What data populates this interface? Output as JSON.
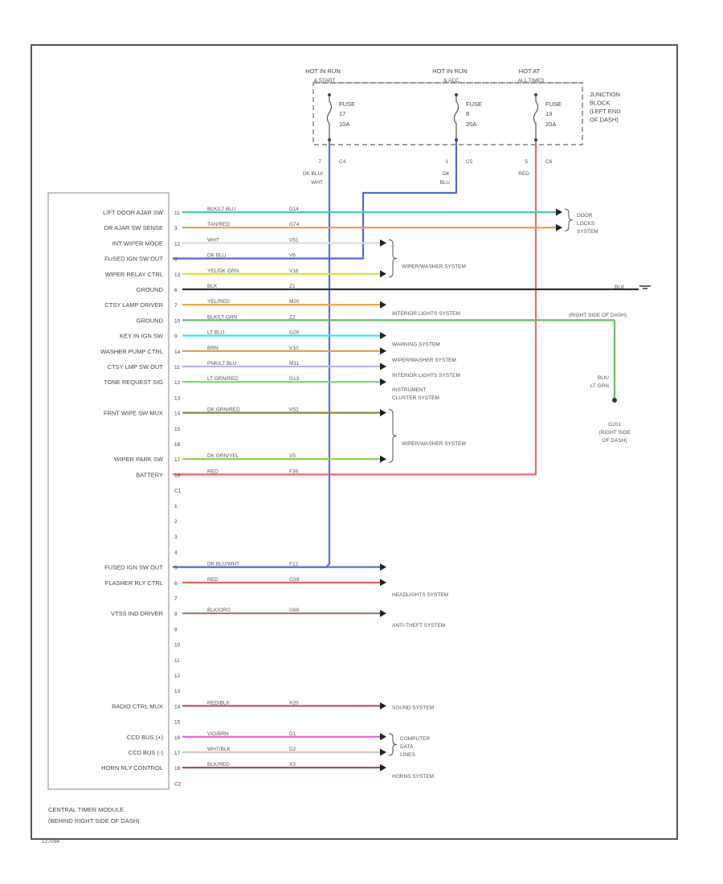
{
  "fuses": [
    {
      "hot": [
        "HOT IN RUN",
        "& START"
      ],
      "fuse": [
        "FUSE",
        "17",
        "10A"
      ],
      "pin": "7",
      "conn": "C4",
      "wire": [
        "DK BLU/",
        "WHT"
      ]
    },
    {
      "hot": [
        "HOT IN RUN",
        "& ACC"
      ],
      "fuse": [
        "FUSE",
        "8",
        "20A"
      ],
      "pin": "1",
      "conn": "C5",
      "wire": [
        "DK",
        "BLU"
      ]
    },
    {
      "hot": [
        "HOT AT",
        "ALL TIMES"
      ],
      "fuse": [
        "FUSE",
        "13",
        "20A"
      ],
      "pin": "5",
      "conn": "C6",
      "wire": [
        "RED"
      ]
    }
  ],
  "junction_block": [
    "JUNCTION",
    "BLOCK",
    "(LEFT END",
    "OF DASH)"
  ],
  "module_label": [
    "CENTRAL TIMER MODULE",
    "(BEHIND RIGHT SIDE OF DASH)"
  ],
  "footnote": "127094",
  "rows": [
    {
      "label": "L/FT DOOR AJAR SW",
      "pin": "11",
      "wire": "BLK/LT BLU",
      "circ": "D14",
      "color": "#4fc7b8"
    },
    {
      "label": "DR AJAR SW SENSE",
      "pin": "3",
      "wire": "TAN/RED",
      "circ": "G74",
      "color": "#f5983e"
    },
    {
      "label": "INT WIPER MODE",
      "pin": "12",
      "wire": "WHT",
      "circ": "V51",
      "color": "#dddddd"
    },
    {
      "label": "FUSED IGN SW OUT",
      "pin": "8",
      "wire": "DK BLU",
      "circ": "V6",
      "color": "#5572d6"
    },
    {
      "label": "WIPER RELAY CTRL",
      "pin": "13",
      "wire": "YEL/DK GRN",
      "circ": "V16",
      "color": "#c8e63c"
    },
    {
      "label": "GROUND",
      "pin": "6",
      "wire": "BLK",
      "circ": "Z1",
      "color": "#333333"
    },
    {
      "label": "CTSY LAMP DRIVER",
      "pin": "7",
      "wire": "YEL/RED",
      "circ": "M20",
      "color": "#f1a23a"
    },
    {
      "label": "GROUND",
      "pin": "10",
      "wire": "BLK/LT GRN",
      "circ": "Z2",
      "color": "#6db86a"
    },
    {
      "label": "KEY IN IGN SW",
      "pin": "9",
      "wire": "LT BLU",
      "circ": "G26",
      "color": "#3fe2ea"
    },
    {
      "label": "WASHER PUMP CTRL",
      "pin": "14",
      "wire": "BRN",
      "circ": "V10",
      "color": "#c9a45a"
    },
    {
      "label": "CTSY LMP SW OUT",
      "pin": "11",
      "wire": "PNK/LT BLU",
      "circ": "M11",
      "color": "#b9b4e2"
    },
    {
      "label": "TONE REQUEST SIG",
      "pin": "12",
      "wire": "LT GRN/RED",
      "circ": "G13",
      "color": "#79d56e"
    },
    {
      "label": "",
      "pin": "13",
      "wire": "",
      "circ": "",
      "color": ""
    },
    {
      "label": "FRNT WIPE SW MUX",
      "pin": "14",
      "wire": "DK GRN/RED",
      "circ": "V52",
      "color": "#8b8a3a"
    },
    {
      "label": "",
      "pin": "15",
      "wire": "",
      "circ": "",
      "color": ""
    },
    {
      "label": "",
      "pin": "16",
      "wire": "",
      "circ": "",
      "color": ""
    },
    {
      "label": "WIPER PARK SW",
      "pin": "17",
      "wire": "DK GRN/YEL",
      "circ": "V5",
      "color": "#86d448"
    },
    {
      "label": "BATTERY",
      "pin": "18",
      "wire": "RED",
      "circ": "F36",
      "color": "#ef6a6a"
    },
    {
      "label": "",
      "pin": "C1",
      "wire": "",
      "circ": "",
      "color": ""
    },
    {
      "label": "",
      "pin": "1",
      "wire": "",
      "circ": "",
      "color": ""
    },
    {
      "label": "",
      "pin": "2",
      "wire": "",
      "circ": "",
      "color": ""
    },
    {
      "label": "",
      "pin": "3",
      "wire": "",
      "circ": "",
      "color": ""
    },
    {
      "label": "",
      "pin": "4",
      "wire": "",
      "circ": "",
      "color": ""
    },
    {
      "label": "FUSED IGN SW OUT",
      "pin": "5",
      "wire": "DK BLU/WHT",
      "circ": "F12",
      "color": "#5572d6"
    },
    {
      "label": "FLASHER RLY CTRL",
      "pin": "6",
      "wire": "RED",
      "circ": "G39",
      "color": "#ef5a5a"
    },
    {
      "label": "",
      "pin": "7",
      "wire": "",
      "circ": "",
      "color": ""
    },
    {
      "label": "VTSS IND DRIVER",
      "pin": "8",
      "wire": "BLK/ORG",
      "circ": "G69",
      "color": "#a0766a"
    },
    {
      "label": "",
      "pin": "9",
      "wire": "",
      "circ": "",
      "color": ""
    },
    {
      "label": "",
      "pin": "10",
      "wire": "",
      "circ": "",
      "color": ""
    },
    {
      "label": "",
      "pin": "11",
      "wire": "",
      "circ": "",
      "color": ""
    },
    {
      "label": "",
      "pin": "12",
      "wire": "",
      "circ": "",
      "color": ""
    },
    {
      "label": "",
      "pin": "13",
      "wire": "",
      "circ": "",
      "color": ""
    },
    {
      "label": "RADIO CTRL MUX",
      "pin": "14",
      "wire": "RED/BLK",
      "circ": "X20",
      "color": "#b85a68"
    },
    {
      "label": "",
      "pin": "15",
      "wire": "",
      "circ": "",
      "color": ""
    },
    {
      "label": "CCD BUS (+)",
      "pin": "16",
      "wire": "VIO/BRN",
      "circ": "D1",
      "color": "#ea5ee0"
    },
    {
      "label": "CCD BUS (-)",
      "pin": "17",
      "wire": "WHT/BLK",
      "circ": "D2",
      "color": "#cccccc"
    },
    {
      "label": "HORN RLY CONTROL",
      "pin": "18",
      "wire": "BLK/RED",
      "circ": "X3",
      "color": "#a0484f"
    },
    {
      "label": "",
      "pin": "C2",
      "wire": "",
      "circ": "",
      "color": ""
    }
  ],
  "systems": [
    {
      "lines": [
        "DOOR",
        "LOCKS",
        "SYSTEM"
      ]
    },
    {
      "lines": [
        "WIPER/WASHER SYSTEM"
      ]
    },
    {
      "lines": [
        "INTERIOR LIGHTS SYSTEM"
      ]
    },
    {
      "lines": [
        "WARNING SYSTEM"
      ]
    },
    {
      "lines": [
        "WIPER/WASHER SYSTEM"
      ]
    },
    {
      "lines": [
        "INTERIOR LIGHTS SYSTEM"
      ]
    },
    {
      "lines": [
        "INSTRUMENT",
        "CLUSTER SYSTEM"
      ]
    },
    {
      "lines": [
        "WIPER/WASHER SYSTEM"
      ]
    },
    {
      "lines": [
        "HEADLIGHTS SYSTEM"
      ]
    },
    {
      "lines": [
        "ANTI-THEFT SYSTEM"
      ]
    },
    {
      "lines": [
        "SOUND SYSTEM"
      ]
    },
    {
      "lines": [
        "COMPUTER",
        "DATA",
        "LINES"
      ]
    },
    {
      "lines": [
        "HORNS SYSTEM"
      ]
    }
  ],
  "ground_right": {
    "label": "(RIGHT SIDE OF DASH)",
    "wire_top": "BLK",
    "g1_wire": [
      "BLK/",
      "LT GRN"
    ],
    "g1": [
      "G201",
      "(RIGHT SIDE",
      "OF DASH)"
    ]
  }
}
